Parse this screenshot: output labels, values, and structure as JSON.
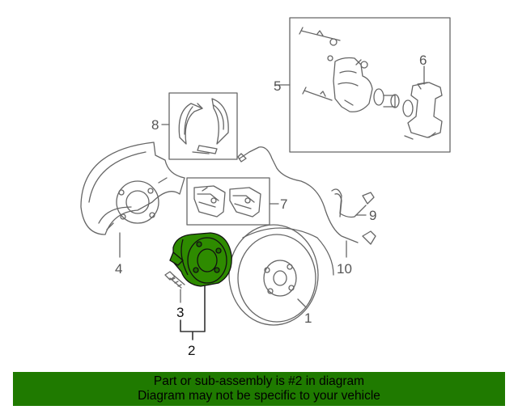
{
  "diagram": {
    "callouts": {
      "c1": "1",
      "c2": "2",
      "c3": "3",
      "c4": "4",
      "c5": "5",
      "c6": "6",
      "c7": "7",
      "c8": "8",
      "c9": "9",
      "c10": "10"
    },
    "highlighted_part": "2",
    "colors": {
      "highlight": "#2e8b00",
      "line": "#666666",
      "banner": "#1f7a00"
    }
  },
  "banner": {
    "line1": "Part or sub-assembly is #2 in diagram",
    "line2": "Diagram may not be specific to your vehicle"
  }
}
